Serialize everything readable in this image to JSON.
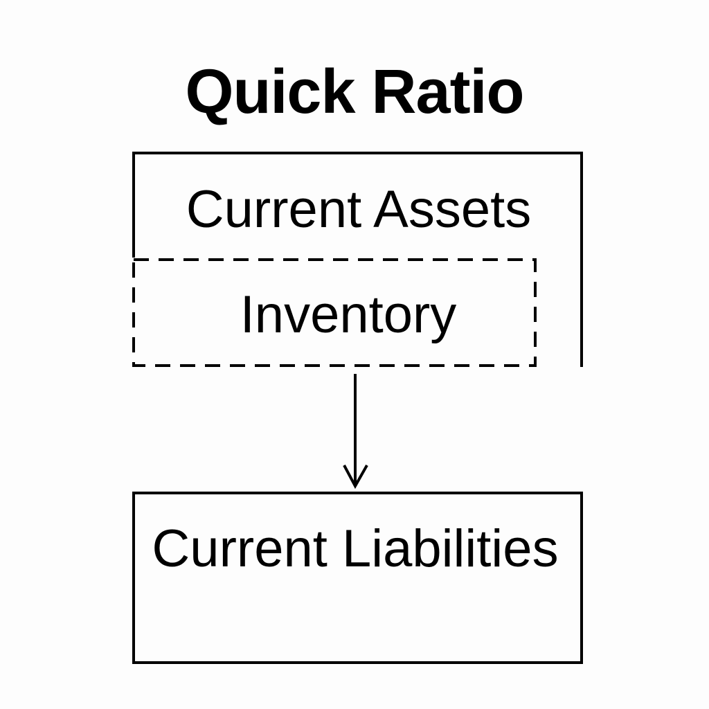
{
  "title": "Quick Ratio",
  "boxes": {
    "current_assets": "Current Assets",
    "inventory": "Inventory",
    "current_liabilities": "Current Liabilities"
  },
  "colors": {
    "stroke": "#000000",
    "background": "#fdfdfd"
  }
}
